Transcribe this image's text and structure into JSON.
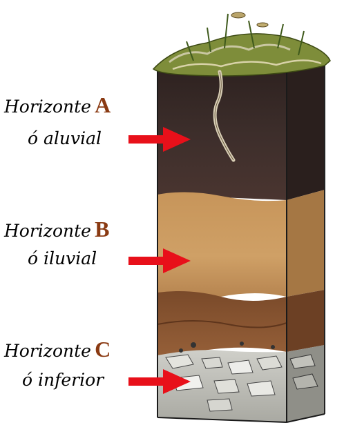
{
  "horizons": [
    {
      "prefix": "Horizonte",
      "letter": "A",
      "subtitle": "ó aluvial"
    },
    {
      "prefix": "Horizonte",
      "letter": "B",
      "subtitle": "ó iluvial"
    },
    {
      "prefix": "Horizonte",
      "letter": "C",
      "subtitle": "ó inferior"
    }
  ],
  "colors": {
    "letter": "#8a3a12",
    "arrow": "#e8101a",
    "horizon_a": "#3a2b28",
    "horizon_b": "#c89a5c",
    "horizon_b2": "#8a5a34",
    "horizon_c": "#bcbcb6",
    "grass": "#8a9a3a"
  }
}
